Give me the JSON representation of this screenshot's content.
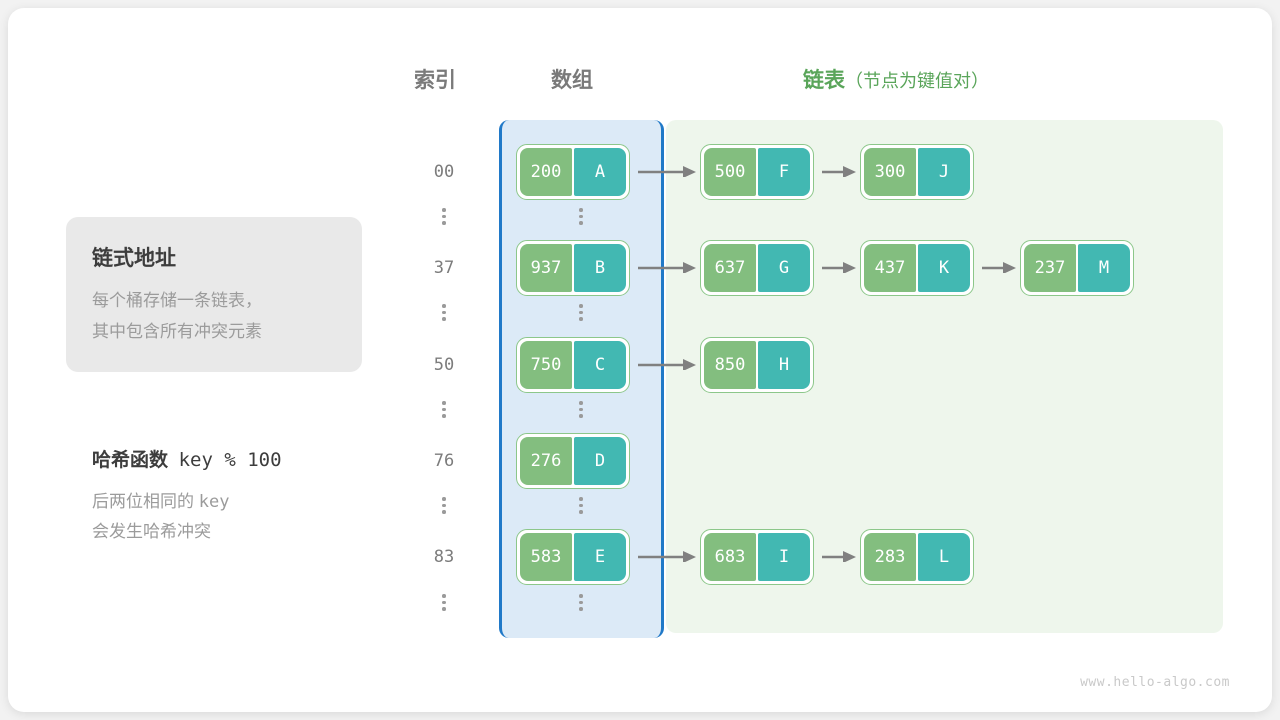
{
  "headers": {
    "index": "索引",
    "array": "数组",
    "list_main": "链表",
    "list_sub": "（节点为键值对）"
  },
  "info_card": {
    "title": "链式地址",
    "line1": "每个桶存储一条链表，",
    "line2": "其中包含所有冲突元素"
  },
  "hash_function": {
    "label": "哈希函数",
    "expression": "key % 100",
    "note_line1_pre": "后两位相同的 ",
    "note_line1_mono": "key",
    "note_line2": "会发生哈希冲突"
  },
  "colors": {
    "key_green": "#83be7f",
    "value_teal": "#42b8b2",
    "node_border": "#8cc78a",
    "array_panel_bg": "#dceaf7",
    "array_panel_border": "#2079c8",
    "list_panel_bg": "#eef6ec",
    "arrow_gray": "#808080",
    "header_gray": "#7a7a7a",
    "header_green": "#5aa55a",
    "info_card_bg": "#e9e9e9"
  },
  "ellipsis_glyph": "vertical-ellipsis",
  "rows": [
    {
      "index": "00",
      "bucket": {
        "key": "200",
        "value": "A"
      },
      "chain": [
        {
          "key": "500",
          "value": "F"
        },
        {
          "key": "300",
          "value": "J"
        }
      ]
    },
    {
      "index": "37",
      "bucket": {
        "key": "937",
        "value": "B"
      },
      "chain": [
        {
          "key": "637",
          "value": "G"
        },
        {
          "key": "437",
          "value": "K"
        },
        {
          "key": "237",
          "value": "M"
        }
      ]
    },
    {
      "index": "50",
      "bucket": {
        "key": "750",
        "value": "C"
      },
      "chain": [
        {
          "key": "850",
          "value": "H"
        }
      ]
    },
    {
      "index": "76",
      "bucket": {
        "key": "276",
        "value": "D"
      },
      "chain": []
    },
    {
      "index": "83",
      "bucket": {
        "key": "583",
        "value": "E"
      },
      "chain": [
        {
          "key": "683",
          "value": "I"
        },
        {
          "key": "283",
          "value": "L"
        }
      ]
    }
  ],
  "watermark": "www.hello-algo.com"
}
